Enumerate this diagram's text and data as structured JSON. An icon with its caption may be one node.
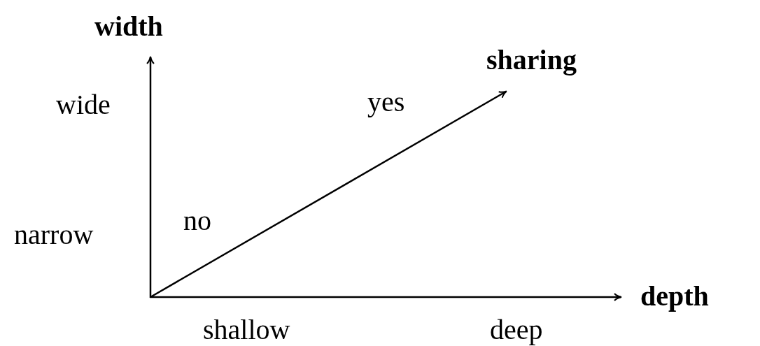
{
  "diagram": {
    "labels": [
      "width",
      "sharing",
      "wide",
      "yes",
      "narrow",
      "no",
      "depth",
      "shallow",
      "deep"
    ]
  }
}
